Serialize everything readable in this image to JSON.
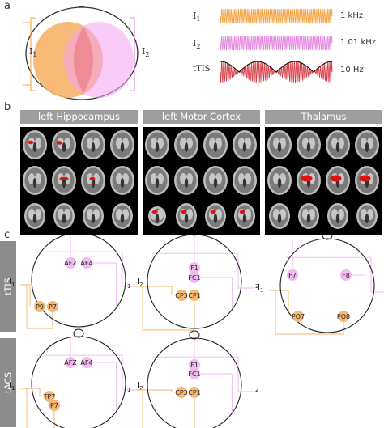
{
  "panels": {
    "a": "a",
    "b": "b",
    "c": "c"
  },
  "panel_a": {
    "currents": {
      "left": "I",
      "left_sub": "1",
      "right": "I",
      "right_sub": "2"
    },
    "signals": [
      {
        "label": "I",
        "sub": "1",
        "freq": "1 kHz",
        "color": "#f4a64b"
      },
      {
        "label": "I",
        "sub": "2",
        "freq": "1.01 kHz",
        "color": "#e58be0"
      },
      {
        "label": "tTIS",
        "sub": "",
        "freq": "10 Hz",
        "color": "#d8454f"
      }
    ],
    "colors": {
      "orange": "#f7b26a",
      "pink": "#f4a0f0",
      "overlap": "#e8747c"
    }
  },
  "panel_b": {
    "regions": [
      "left Hippocampus",
      "left Motor Cortex",
      "Thalamus"
    ]
  },
  "panel_c": {
    "rows": [
      "tTIS",
      "tACS"
    ],
    "i1": "I",
    "i1_sub": "1",
    "i2": "I",
    "i2_sub": "2",
    "heads": [
      {
        "electrodes": [
          "AFZ",
          "AF4",
          "P9",
          "P7"
        ]
      },
      {
        "electrodes": [
          "F1",
          "FC1",
          "CP3",
          "CP1"
        ]
      },
      {
        "electrodes": [
          "F7",
          "F8",
          "PO7",
          "PO8"
        ]
      },
      {
        "electrodes": [
          "AFZ",
          "AF4",
          "TP7",
          "P7"
        ]
      },
      {
        "electrodes": [
          "F1",
          "FC1",
          "CP3",
          "CP1"
        ]
      }
    ],
    "colors": {
      "orange": "#f5b56c",
      "pink": "#efb7ef"
    }
  }
}
